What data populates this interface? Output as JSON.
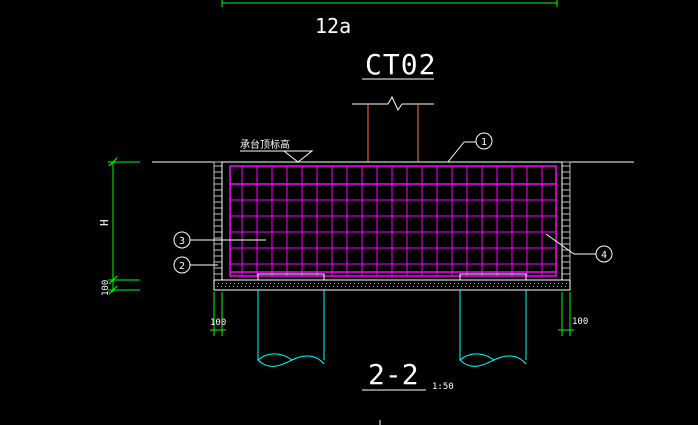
{
  "drawing": {
    "top_label": "12a",
    "cap_title": "CT02",
    "section_title": "2-2",
    "section_scale": "1:50",
    "elevation_note": "承台顶标高",
    "dim_height": "H",
    "dim_cushion": "100",
    "dim_left_side": "100",
    "dim_right_side": "100",
    "callouts": [
      "1",
      "2",
      "3",
      "4"
    ]
  },
  "colors": {
    "background": "#000000",
    "outline": "#ffffff",
    "rebar": "#ff00ff",
    "dimension": "#00ff00",
    "pile": "#00ffff",
    "column": "#ff8040",
    "wall_hatch": "#c0c0c0"
  }
}
